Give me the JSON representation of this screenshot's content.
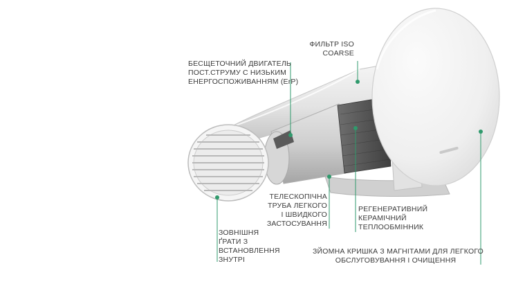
{
  "callouts": {
    "filter": {
      "lines": [
        "ФИЛЬТР  ISO",
        "COARSE"
      ]
    },
    "motor": {
      "lines": [
        "БЕСЩЕТОЧНИЙ ДВИГАТЕЛЬ",
        "ПОСТ.СТРУМУ С НИЗЬКИМ",
        "ЕНЕРГОСПОЖИВАННЯМ (ErP)"
      ]
    },
    "pipe": {
      "lines": [
        "ТЕЛЕСКОПІЧНА",
        "ТРУБА ЛЕГКОГО",
        "І ШВИДКОГО",
        "ЗАСТОСУВАННЯ"
      ]
    },
    "exchanger": {
      "lines": [
        "РЕГЕНЕРАТИВНИЙ",
        "КЕРАМІЧНИЙ",
        "ТЕПЛООБМІННИК"
      ]
    },
    "grille": {
      "lines": [
        "ЗОВНІШНЯ",
        "ҐРАТИ З",
        "ВСТАНОВЛЕННЯ",
        "ЗНУТРІ"
      ]
    },
    "cover": {
      "lines": [
        "ЗЙОМНА КРИШКА З МАГНІТАМИ ДЛЯ ЛЕГКОГО",
        "ОБСЛУГОВУВАННЯ І ОЧИЩЕННЯ"
      ]
    }
  },
  "colors": {
    "leader_line": "#2f9a6c",
    "leader_dot": "#2f9a6c",
    "text": "#3a3a3a",
    "device_light": "#f2f2f2",
    "device_mid": "#d6d6d6",
    "device_dark": "#8a8a8a"
  }
}
